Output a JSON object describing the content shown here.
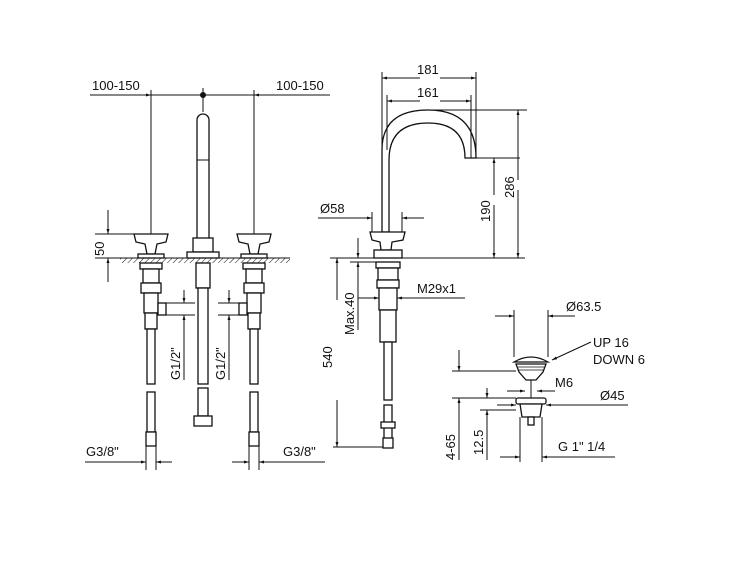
{
  "labels": {
    "spacing_left": "100-150",
    "spacing_right": "100-150",
    "handle_height": "50",
    "inlet_left": "G1/2\"",
    "inlet_right": "G1/2\"",
    "hose_left": "G3/8\"",
    "hose_right": "G3/8\"",
    "reach_outer": "181",
    "reach_inner": "161",
    "spout_height": "286",
    "outlet_height": "190",
    "base_diameter": "Ø58",
    "deck_thickness": "Max.40",
    "hose_length": "540",
    "thread": "M29x1",
    "waste_cap_diameter": "Ø63.5",
    "waste_travel_up": "UP 16",
    "waste_travel_down": "DOWN 6",
    "waste_rod": "M6",
    "waste_flange_diameter": "Ø45",
    "waste_basin_range": "4-65",
    "waste_flange_height": "12.5",
    "waste_thread": "G 1\" 1/4"
  }
}
